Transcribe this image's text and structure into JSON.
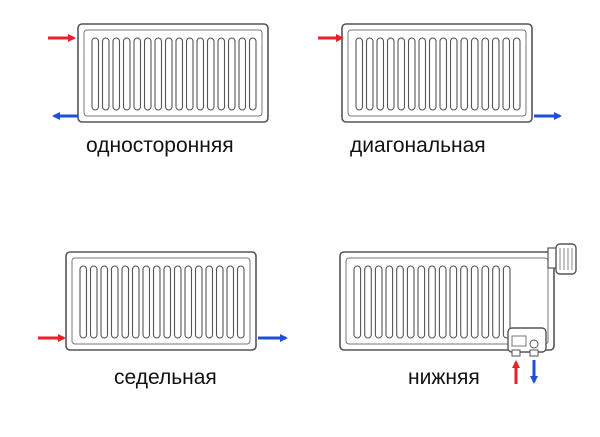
{
  "diagrams": [
    {
      "id": "one-sided",
      "caption": "односторонняя",
      "supply": "left-top",
      "return": "left-bottom"
    },
    {
      "id": "diagonal",
      "caption": "диагональная",
      "supply": "left-top",
      "return": "right-bottom"
    },
    {
      "id": "saddle",
      "caption": "седельная",
      "supply": "left-bottom",
      "return": "right-bottom"
    },
    {
      "id": "bottom",
      "caption": "нижняя",
      "supply": "bottom-up",
      "return": "bottom-down"
    }
  ],
  "colors": {
    "supply_arrow": "#e8202a",
    "return_arrow": "#1f4fd8",
    "outline": "#555555",
    "panel_fill": "#ffffff",
    "text": "#111111"
  }
}
